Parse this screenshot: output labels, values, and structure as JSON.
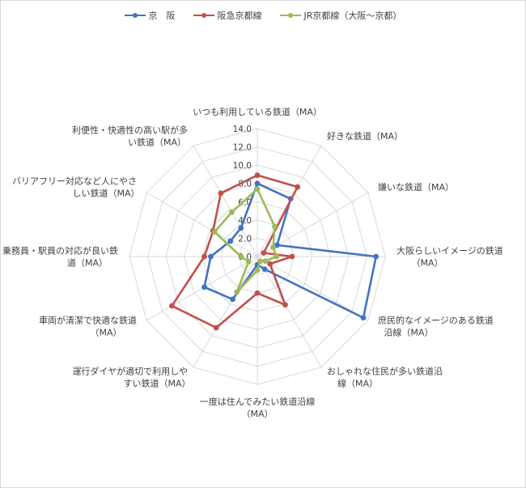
{
  "chart_data": {
    "type": "radar",
    "title": "",
    "rmin": 0,
    "rmax": 14,
    "tick_step": 2,
    "tick_labels": [
      "0.0",
      "2.0",
      "4.0",
      "6.0",
      "8.0",
      "10.0",
      "12.0",
      "14.0"
    ],
    "legend_position": "top",
    "categories": [
      [
        "いつも利用している鉄道（MA）"
      ],
      [
        "好きな鉄道（MA）"
      ],
      [
        "嫌いな鉄道（MA）"
      ],
      [
        "大阪らしいイメージの鉄道",
        "（MA）"
      ],
      [
        "庶民的なイメージのある鉄道",
        "沿線（MA）"
      ],
      [
        "おしゃれな住民が多い鉄道沿",
        "線（MA）"
      ],
      [
        "一度は住んでみたい鉄道沿線",
        "（MA）"
      ],
      [
        "運行ダイヤが適切で利用しや",
        "すい鉄道（MA）"
      ],
      [
        "車両が清潔で快適な鉄道",
        "（MA）"
      ],
      [
        "乗務員・駅員の対応が良い鉄",
        "道（MA）"
      ],
      [
        "バリアフリー対応など人にやさ",
        "しい鉄道（MA）"
      ],
      [
        "利便性・快適性の高い駅が多",
        "い鉄道（MA）"
      ]
    ],
    "series": [
      {
        "name": "京　阪",
        "color": "#4472c4",
        "values": [
          8.0,
          7.3,
          2.5,
          13.0,
          13.4,
          1.6,
          0.9,
          5.4,
          6.7,
          5.1,
          3.4,
          3.6
        ]
      },
      {
        "name": "阪急京都線",
        "color": "#c0504d",
        "values": [
          8.9,
          8.8,
          0.8,
          3.8,
          1.6,
          6.1,
          4.0,
          9.0,
          10.8,
          5.8,
          5.6,
          8.0
        ]
      },
      {
        "name": "JR京都線（大阪～京都）",
        "color": "#9bbb59",
        "values": [
          7.4,
          3.8,
          2.0,
          2.1,
          1.0,
          0.6,
          1.5,
          4.5,
          1.1,
          1.8,
          5.4,
          5.6
        ]
      }
    ]
  }
}
